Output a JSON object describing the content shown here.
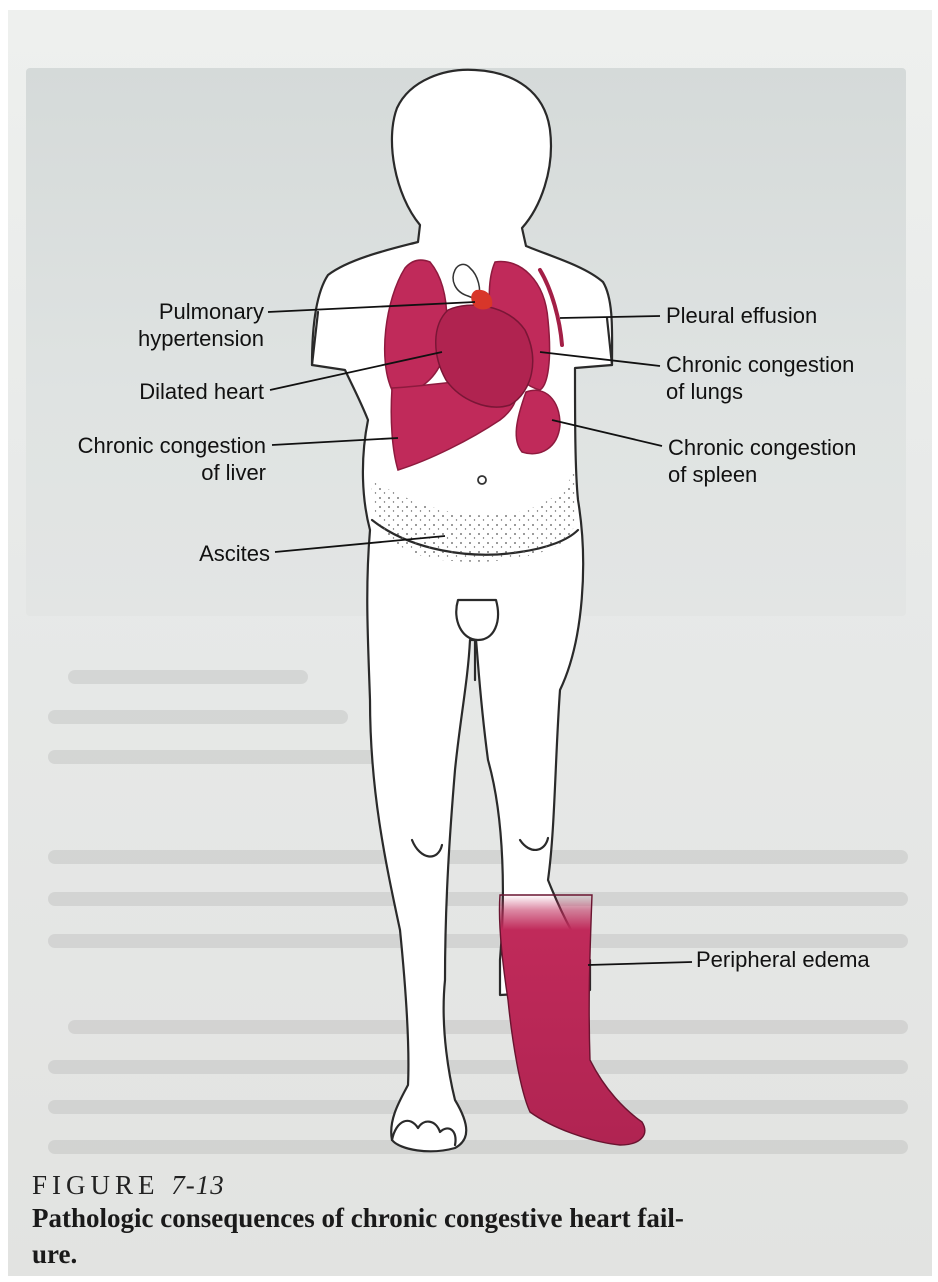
{
  "labels": {
    "pulmonary_hypertension": [
      "Pulmonary",
      "hypertension"
    ],
    "dilated_heart": "Dilated heart",
    "liver_congestion": [
      "Chronic congestion",
      "of liver"
    ],
    "ascites": "Ascites",
    "pleural_effusion": "Pleural effusion",
    "lung_congestion": [
      "Chronic congestion",
      "of lungs"
    ],
    "spleen_congestion": [
      "Chronic congestion",
      "of spleen"
    ],
    "peripheral_edema": "Peripheral edema"
  },
  "figure": {
    "label": "FIGURE",
    "number": "7-13",
    "caption_line1": "Pathologic consequences of chronic congestive heart fail-",
    "caption_line2": "ure."
  },
  "colors": {
    "organ_fill": "#c02a5a",
    "organ_dark": "#8e1a3e",
    "heart_highlight": "#d8362a",
    "outline": "#2a2a2a"
  }
}
